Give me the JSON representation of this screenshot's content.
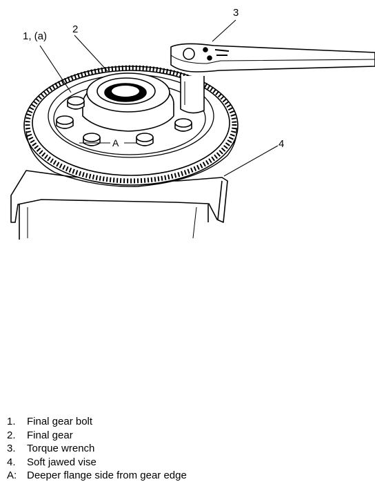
{
  "diagram": {
    "callouts": {
      "c1": "1, (a)",
      "c2": "2",
      "c3": "3",
      "c4": "4",
      "a": "A"
    }
  },
  "legend": {
    "items": [
      {
        "key": "1.",
        "text": "Final gear bolt"
      },
      {
        "key": "2.",
        "text": "Final gear"
      },
      {
        "key": "3.",
        "text": "Torque wrench"
      },
      {
        "key": "4.",
        "text": "Soft jawed vise"
      },
      {
        "key": "A:",
        "text": "Deeper flange side from gear edge"
      }
    ]
  },
  "colors": {
    "ink": "#000000",
    "paper": "#ffffff"
  }
}
